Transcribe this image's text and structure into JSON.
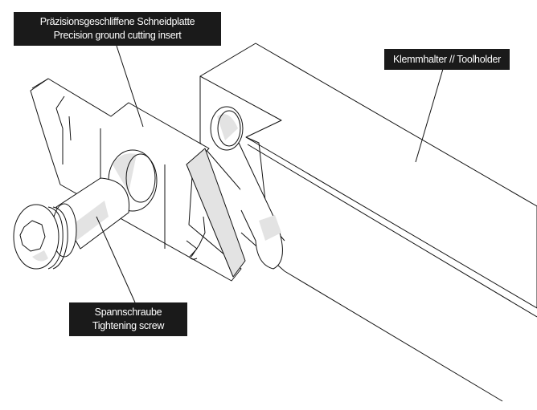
{
  "labels": {
    "insert": {
      "line1": "Präzisionsgeschliffene Schneidplatte",
      "line2": "Precision ground cutting insert"
    },
    "toolholder": {
      "line1": "Klemmhalter // Toolholder"
    },
    "screw": {
      "line1": "Spannschraube",
      "line2": "Tightening screw"
    }
  },
  "colors": {
    "label_bg": "#1a1a1a",
    "label_text": "#ffffff",
    "line": "#111111",
    "shade": "#e3e3e3"
  }
}
